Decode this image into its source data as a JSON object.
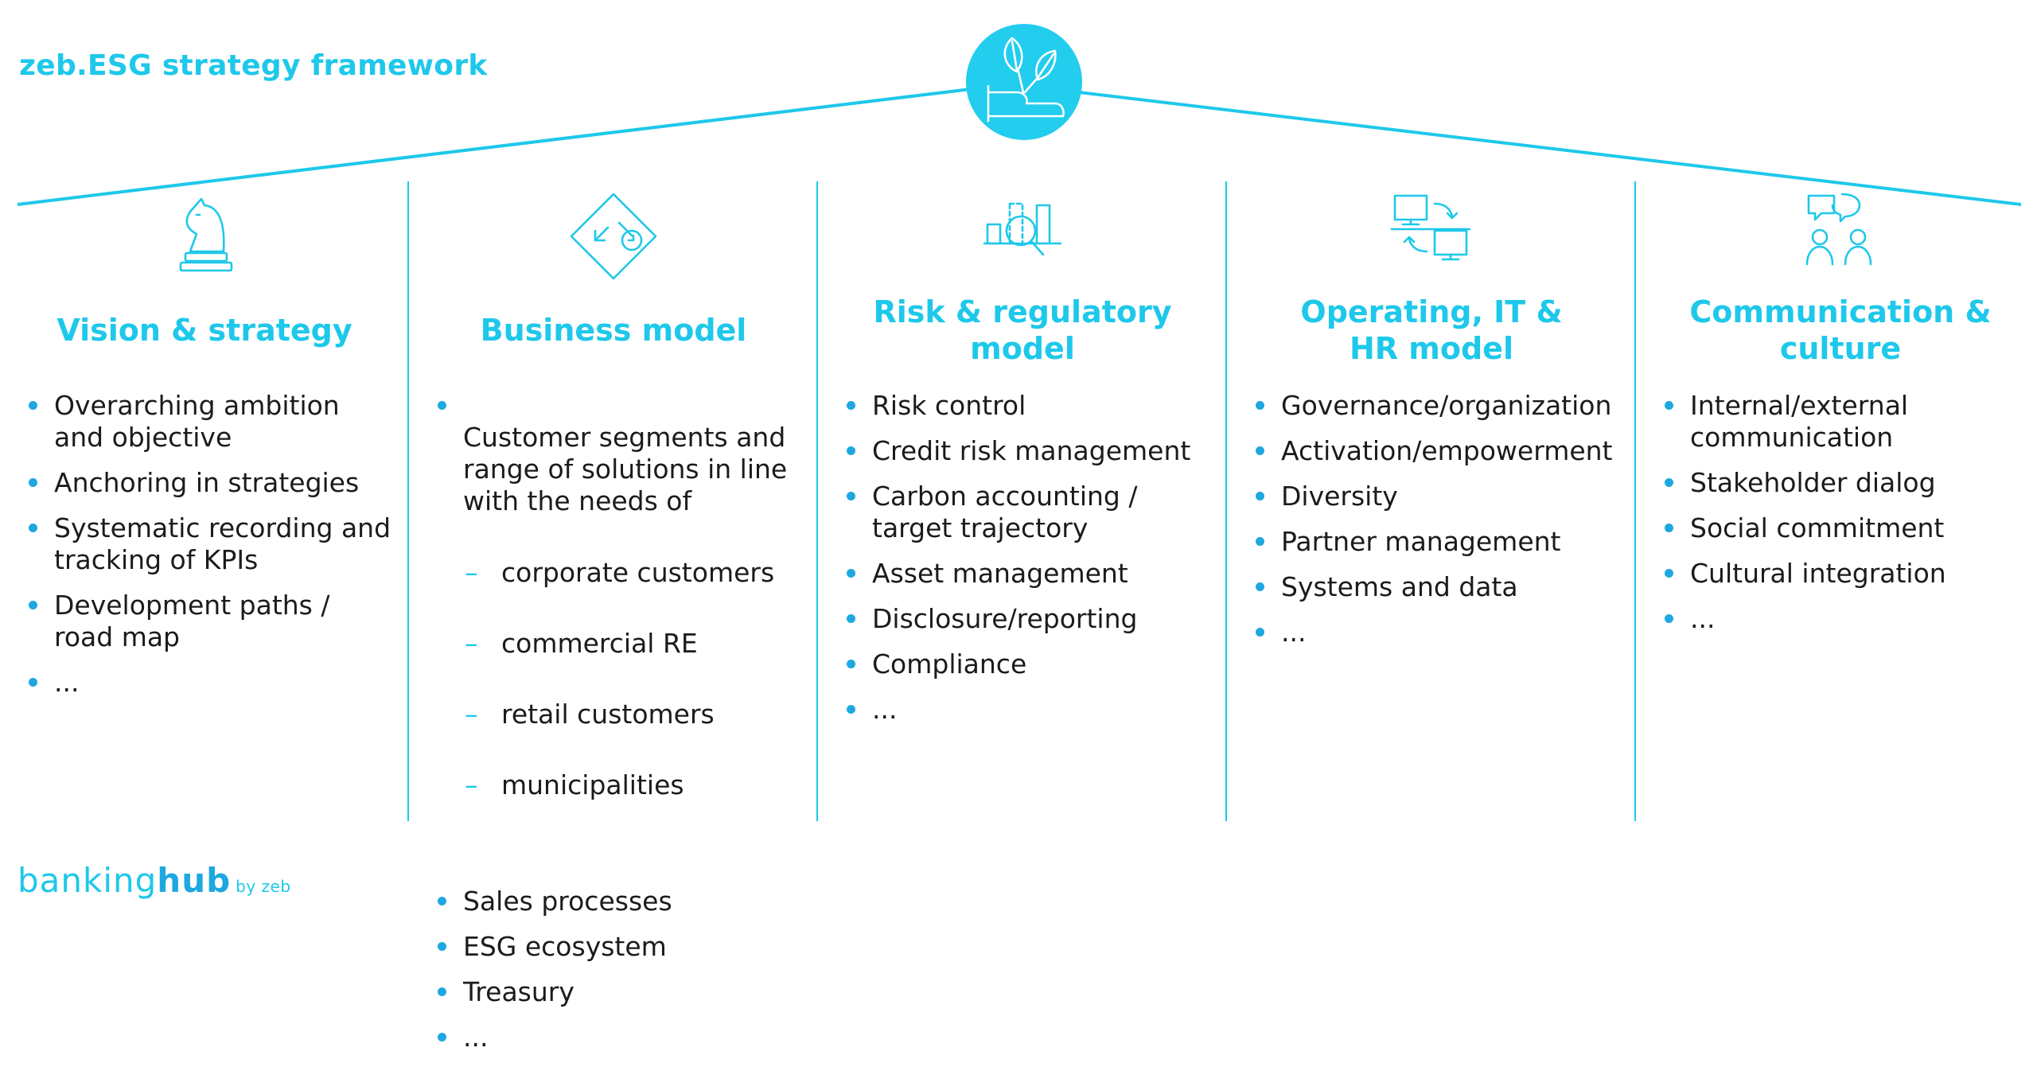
{
  "title": "zeb.ESG strategy framework",
  "colors": {
    "accent": "#1ec8ea",
    "bullet": "#1ea7e0",
    "text": "#1b1b1b"
  },
  "hub_icon": "plant-in-hand-icon",
  "columns": [
    {
      "icon": "chess-knight-icon",
      "title": "Vision & strategy",
      "items": [
        {
          "text": "Overarching ambition\nand objective"
        },
        {
          "text": "Anchoring in strategies"
        },
        {
          "text": "Systematic recording and\ntracking of KPIs"
        },
        {
          "text": "Development paths /\nroad map"
        },
        {
          "text": "..."
        }
      ]
    },
    {
      "icon": "diamond-arrows-icon",
      "title": "Business model",
      "items": [
        {
          "text": "Customer segments and\nrange of solutions in line\nwith the needs of",
          "subitems": [
            "corporate customers",
            "commercial RE",
            "retail customers",
            "municipalities"
          ]
        },
        {
          "text": "Sales processes"
        },
        {
          "text": "ESG ecosystem"
        },
        {
          "text": "Treasury"
        },
        {
          "text": "..."
        }
      ]
    },
    {
      "icon": "chart-magnifier-icon",
      "title": "Risk & regulatory model",
      "items": [
        {
          "text": "Risk control"
        },
        {
          "text": "Credit risk management"
        },
        {
          "text": "Carbon accounting /\ntarget trajectory"
        },
        {
          "text": "Asset management"
        },
        {
          "text": "Disclosure/reporting"
        },
        {
          "text": "Compliance"
        },
        {
          "text": "..."
        }
      ]
    },
    {
      "icon": "computers-exchange-icon",
      "title": "Operating, IT &\nHR model",
      "items": [
        {
          "text": "Governance/organization"
        },
        {
          "text": "Activation/empowerment"
        },
        {
          "text": "Diversity"
        },
        {
          "text": "Partner management"
        },
        {
          "text": "Systems and data"
        },
        {
          "text": "..."
        }
      ]
    },
    {
      "icon": "people-speech-icon",
      "title": "Communication &\nculture",
      "items": [
        {
          "text": "Internal/external\ncommunication"
        },
        {
          "text": "Stakeholder dialog"
        },
        {
          "text": "Social commitment"
        },
        {
          "text": "Cultural integration"
        },
        {
          "text": "..."
        }
      ]
    }
  ],
  "footer": {
    "brand_part1": "banking",
    "brand_part2": "hub",
    "brand_suffix": "by zeb"
  }
}
